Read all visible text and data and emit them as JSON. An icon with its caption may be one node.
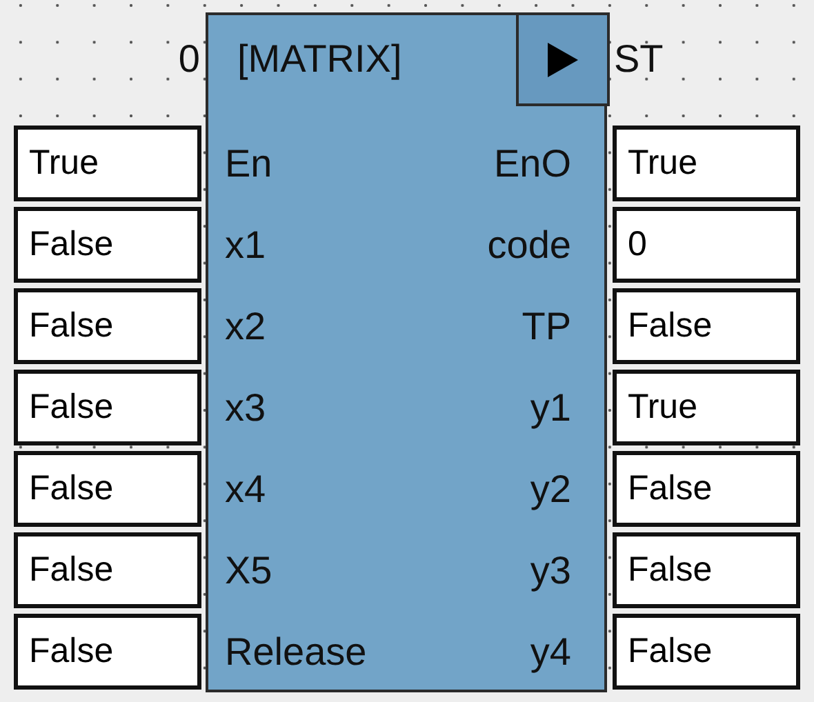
{
  "diagram": {
    "nodes": [
      {
        "text": [
          "[MATRIX]",
          "En",
          "EnO",
          "x1",
          "code",
          "x2",
          "TP",
          "x3",
          "y1",
          "x4",
          "y2",
          "X5",
          "y3",
          "Release",
          "y4"
        ],
        "beside": [
          "0",
          "ST"
        ]
      },
      {
        "text": [
          "True"
        ]
      },
      {
        "text": [
          "True"
        ]
      },
      {
        "text": [
          "False"
        ]
      },
      {
        "text": [
          "0"
        ]
      },
      {
        "text": [
          "False"
        ]
      },
      {
        "text": [
          "False"
        ]
      },
      {
        "text": [
          "False"
        ]
      },
      {
        "text": [
          "True"
        ]
      },
      {
        "text": [
          "False"
        ]
      },
      {
        "text": [
          "False"
        ]
      },
      {
        "text": [
          "False"
        ]
      },
      {
        "text": [
          "False"
        ]
      },
      {
        "text": [
          "False"
        ]
      },
      {
        "text": [
          "False"
        ]
      }
    ],
    "edges": []
  }
}
